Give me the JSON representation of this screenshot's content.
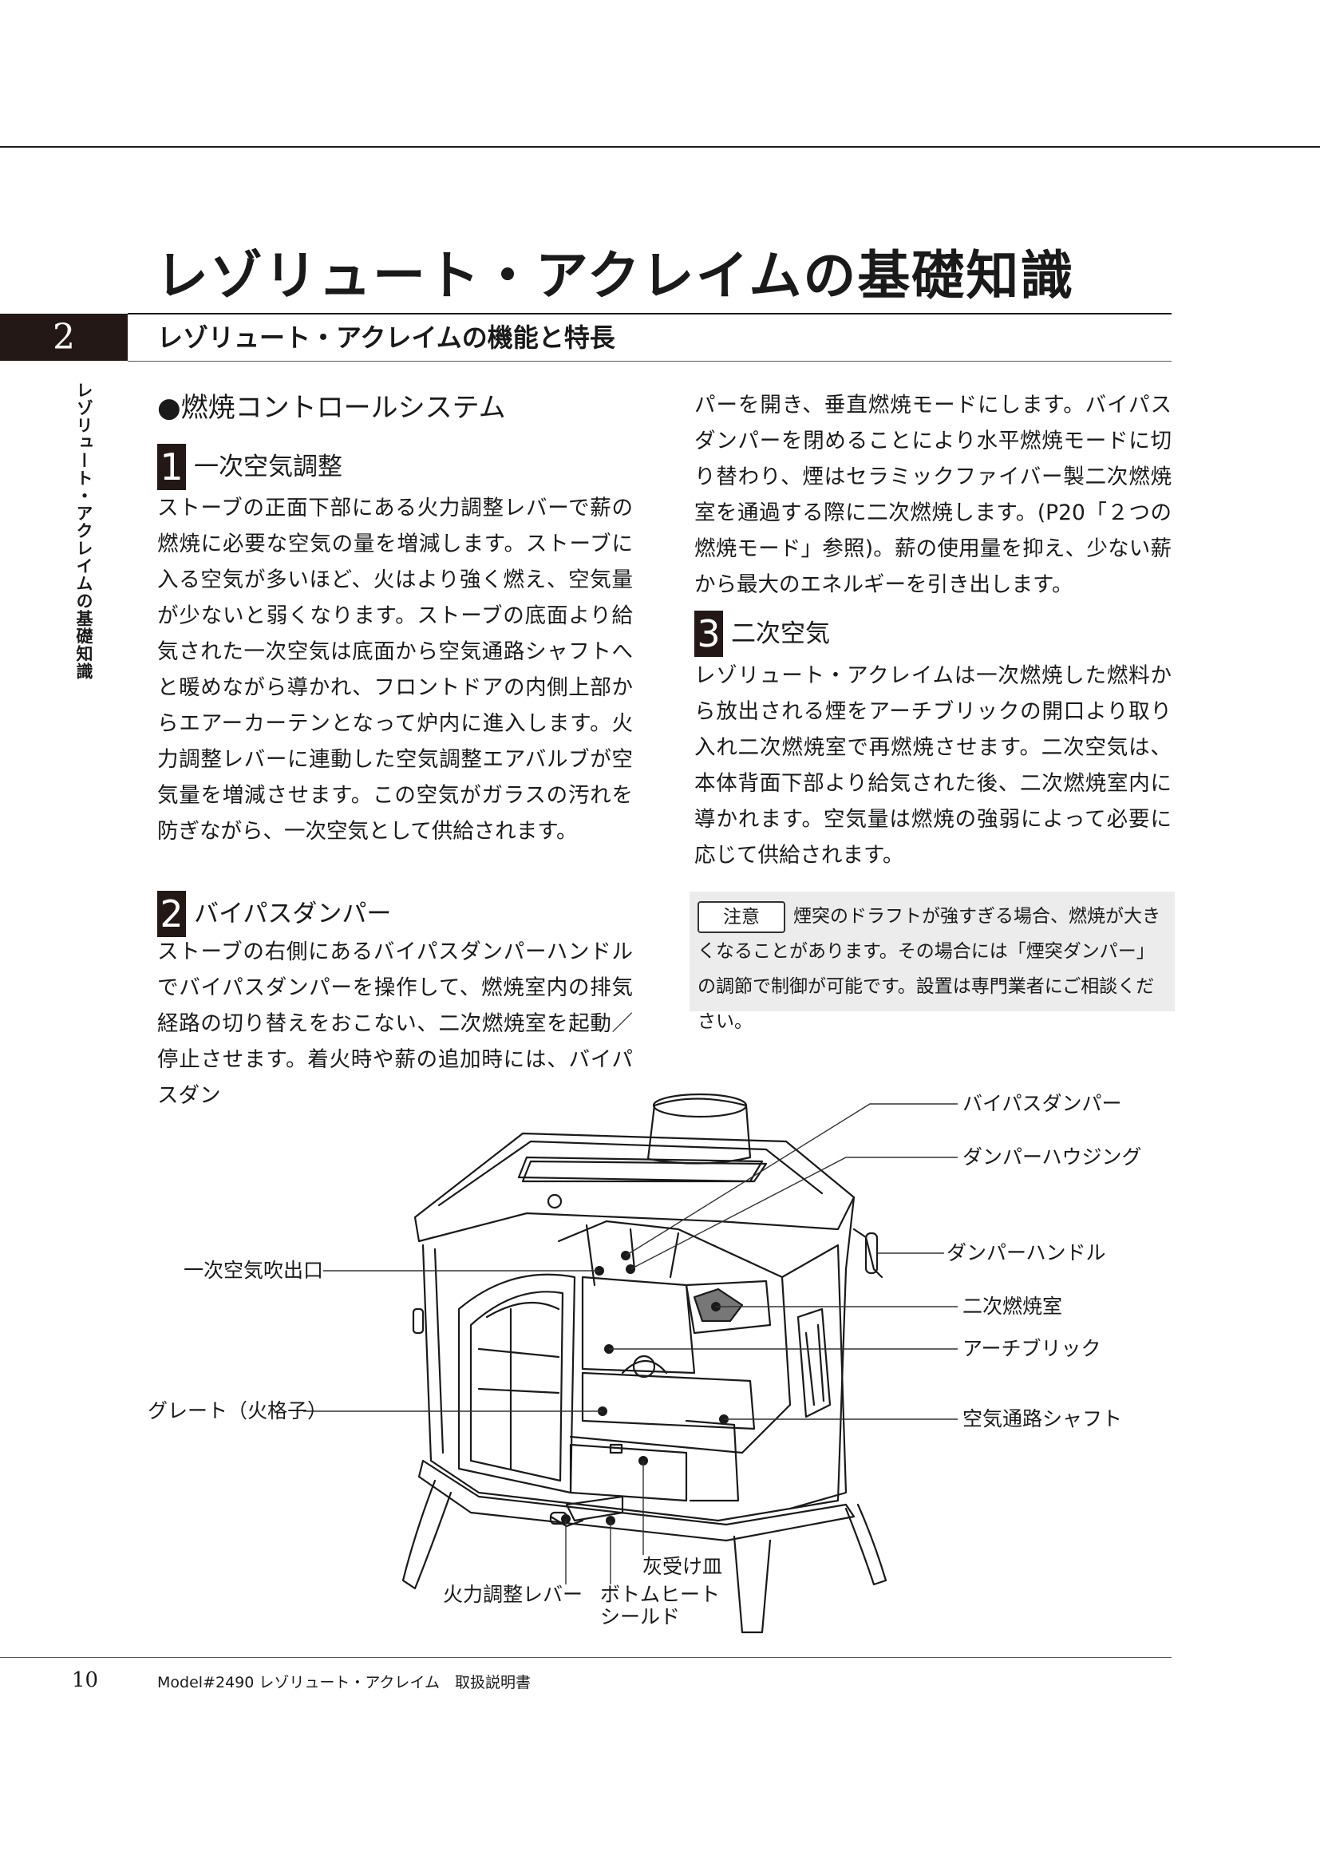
{
  "page": {
    "title": "レゾリュート・アクレイムの基礎知識",
    "chapter_number": "2",
    "chapter_title": "レゾリュート・アクレイムの機能と特長",
    "side_tab": "レゾリュート・アクレイムの基礎知識"
  },
  "section": {
    "heading": "●燃焼コントロールシステム"
  },
  "items": [
    {
      "num": "1",
      "label": "一次空気調整",
      "text": "ストーブの正面下部にある火力調整レバーで薪の燃焼に必要な空気の量を増減します。ストーブに入る空気が多いほど、火はより強く燃え、空気量が少ないと弱くなります。ストーブの底面より給気された一次空気は底面から空気通路シャフトへと暖めながら導かれ、フロントドアの内側上部からエアーカーテンとなって炉内に進入します。火力調整レバーに連動した空気調整エアバルブが空気量を増減させます。この空気がガラスの汚れを防ぎながら、一次空気として供給されます。"
    },
    {
      "num": "2",
      "label": "バイパスダンパー",
      "text": "ストーブの右側にあるバイパスダンパーハンドルでバイパスダンパーを操作して、燃焼室内の排気経路の切り替えをおこない、二次燃焼室を起動／停止させます。着火時や薪の追加時には、バイパスダン",
      "text_cont": "パーを開き、垂直燃焼モードにします。バイパスダンパーを閉めることにより水平燃焼モードに切り替わり、煙はセラミックファイバー製二次燃焼室を通過する際に二次燃焼します。(P20「２つの燃焼モード」参照)。薪の使用量を抑え、少ない薪から最大のエネルギーを引き出します。"
    },
    {
      "num": "3",
      "label": "二次空気",
      "text": "レゾリュート・アクレイムは一次燃焼した燃料から放出される煙をアーチブリックの開口より取り入れ二次燃焼室で再燃焼させます。二次空気は、本体背面下部より給気された後、二次燃焼室内に導かれます。空気量は燃焼の強弱によって必要に応じて供給されます。"
    }
  ],
  "note": {
    "badge": "注意",
    "text": "煙突のドラフトが強すぎる場合、燃焼が大きくなることがあります。その場合には「煙突ダンパー」の調節で制御が可能です。設置は専門業者にご相談ください。"
  },
  "diagram": {
    "labels": {
      "bypass_damper": "バイパスダンパー",
      "damper_housing": "ダンパーハウジング",
      "damper_handle": "ダンパーハンドル",
      "secondary_chamber": "二次燃焼室",
      "arch_brick": "アーチブリック",
      "air_shaft": "空気通路シャフト",
      "primary_outlet": "一次空気吹出口",
      "grate": "グレート（火格子）",
      "ash_pan": "灰受け皿",
      "lever": "火力調整レバー",
      "bottom_heat_shield_1": "ボトムヒート",
      "bottom_heat_shield_2": "シールド"
    }
  },
  "footer": {
    "page_number": "10",
    "model": "Model#2490 レゾリュート・アクレイム　取扱説明書"
  }
}
